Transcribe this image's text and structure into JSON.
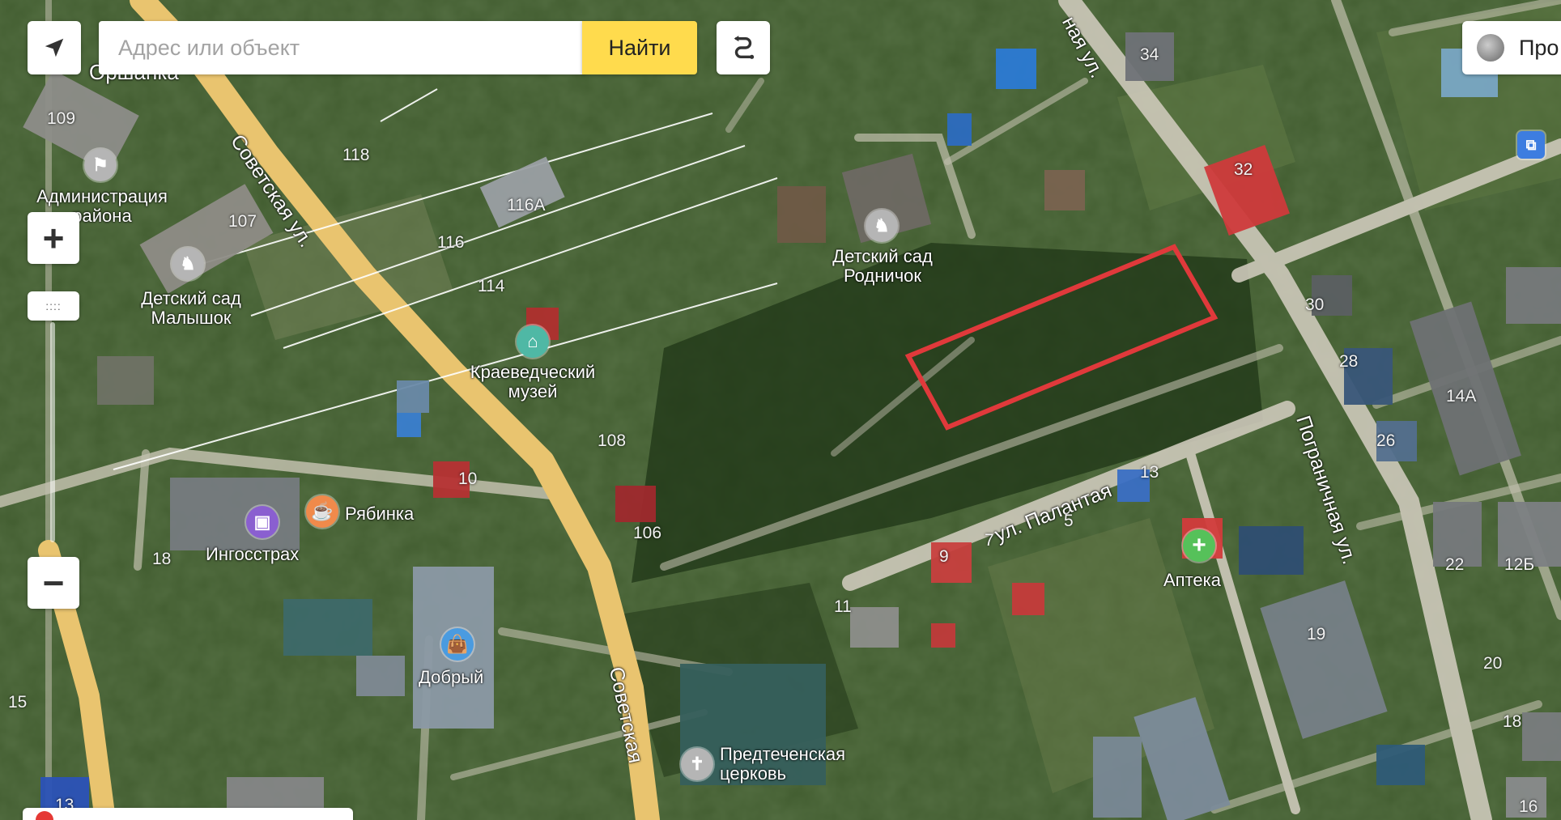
{
  "search": {
    "placeholder": "Адрес или объект",
    "button_label": "Найти"
  },
  "controls": {
    "zoom_in": "+",
    "zoom_out": "−",
    "ruler": "::::",
    "layers_label": "Про"
  },
  "streets": [
    {
      "name": "Советская ул."
    },
    {
      "name": "Советская"
    },
    {
      "name": "ул. Палантая"
    },
    {
      "name": "Пограничная ул."
    },
    {
      "name": "ная ул."
    },
    {
      "name": "Оршанка"
    }
  ],
  "places": [
    {
      "name": "Администрация района"
    },
    {
      "name": "Детский сад Малышок"
    },
    {
      "name": "Детский сад Родничок"
    },
    {
      "name": "Краеведческий музей"
    },
    {
      "name": "Рябинка"
    },
    {
      "name": "Ингосстрах"
    },
    {
      "name": "Добрый"
    },
    {
      "name": "Аптека"
    },
    {
      "name": "Предтеченская церковь"
    }
  ],
  "house_numbers": [
    "109",
    "118",
    "107",
    "116А",
    "116",
    "114",
    "108",
    "106",
    "10",
    "18",
    "15",
    "13",
    "34",
    "32",
    "30",
    "28",
    "14А",
    "26",
    "22",
    "12Б",
    "20",
    "19",
    "18",
    "16",
    "13",
    "11",
    "9",
    "7",
    "5"
  ],
  "highlight": {
    "color": "#e0393b"
  },
  "colors": {
    "road_main": "#e9c46f",
    "road_minor": "#d7d3c6",
    "button_accent": "#ffdb4d"
  }
}
